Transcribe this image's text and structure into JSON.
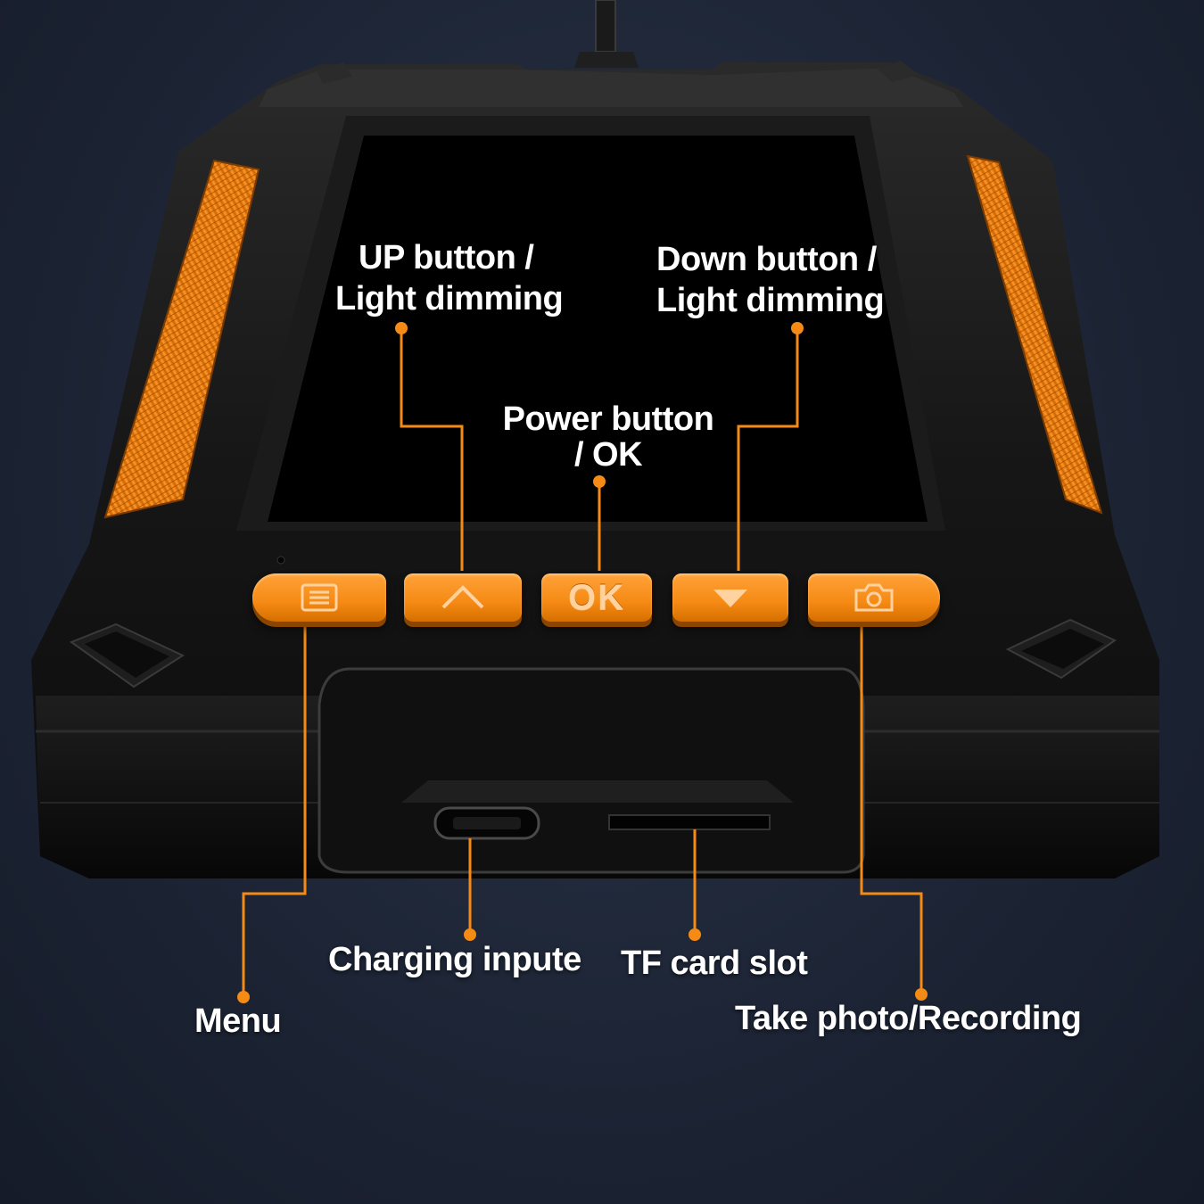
{
  "colors": {
    "accent": "#f58a14",
    "callout_line": "#f58a14",
    "body": "#141414",
    "screen": "#000000",
    "background": "#1d2536",
    "label_text": "#ffffff"
  },
  "callouts": {
    "up": {
      "line1": "UP button /",
      "line2": "Light dimming"
    },
    "down": {
      "line1": "Down button /",
      "line2": "Light dimming"
    },
    "power": {
      "line1": "Power button",
      "line2": "/ OK"
    },
    "menu": {
      "text": "Menu"
    },
    "charging": {
      "text": "Charging inpute"
    },
    "tf_card": {
      "text": "TF card slot"
    },
    "photo": {
      "text": "Take photo/Recording"
    }
  },
  "buttons": {
    "menu": {
      "icon": "menu-icon"
    },
    "up": {
      "icon": "arrow-up-icon"
    },
    "ok": {
      "label": "OK"
    },
    "down": {
      "icon": "arrow-down-icon"
    },
    "camera": {
      "icon": "camera-icon"
    }
  },
  "ports": {
    "usb": {
      "icon": "usb-port-icon"
    },
    "tf": {
      "icon": "tf-slot-icon"
    }
  }
}
